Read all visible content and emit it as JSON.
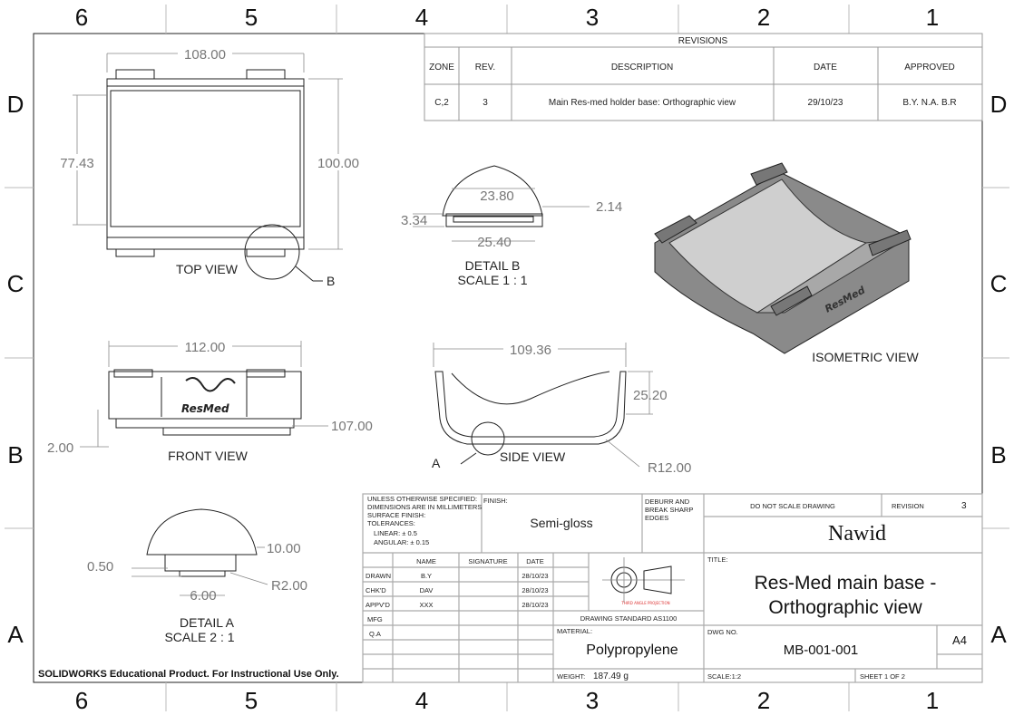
{
  "zones": {
    "columns": [
      "6",
      "5",
      "4",
      "3",
      "2",
      "1"
    ],
    "rows": [
      "D",
      "C",
      "B",
      "A"
    ]
  },
  "revisions": {
    "title": "REVISIONS",
    "headers": [
      "ZONE",
      "REV.",
      "DESCRIPTION",
      "DATE",
      "APPROVED"
    ],
    "rows": [
      [
        "C,2",
        "3",
        "Main Res-med holder base: Orthographic view",
        "29/10/23",
        "B.Y. N.A. B.R"
      ]
    ]
  },
  "views": {
    "top": {
      "label": "TOP VIEW",
      "dims": [
        "108.00",
        "77.43",
        "100.00"
      ],
      "callout": "B"
    },
    "detail_b": {
      "label": "DETAIL B",
      "scale": "SCALE 1 : 1",
      "dims": [
        "23.80",
        "3.34",
        "2.14",
        "25.40"
      ]
    },
    "isometric": {
      "label": "ISOMETRIC VIEW",
      "logo": "ResMed"
    },
    "front": {
      "label": "FRONT VIEW",
      "dims": [
        "112.00",
        "107.00",
        "2.00"
      ],
      "logo": "ResMed"
    },
    "side": {
      "label": "SIDE VIEW",
      "dims": [
        "109.36",
        "25.20",
        "R12.00"
      ],
      "callout": "A"
    },
    "detail_a": {
      "label": "DETAIL A",
      "scale": "SCALE 2 : 1",
      "dims": [
        "10.00",
        "0.50",
        "R2.00",
        "6.00"
      ]
    }
  },
  "title_block": {
    "notes": [
      "UNLESS OTHERWISE SPECIFIED:",
      "DIMENSIONS ARE IN MILLIMETERS",
      "SURFACE FINISH:",
      "TOLERANCES:"
    ],
    "linear": "LINEAR: ±  0.5",
    "angular": "ANGULAR: ±  0.15",
    "finish_label": "FINISH:",
    "finish": "Semi-gloss",
    "deburr": [
      "DEBURR AND",
      "BREAK SHARP",
      "EDGES"
    ],
    "do_not_scale": "DO NOT SCALE DRAWING",
    "revision_label": "REVISION",
    "revision": "3",
    "company": "Nawid",
    "grid_headers": [
      "NAME",
      "SIGNATURE",
      "DATE"
    ],
    "grid_rows": [
      {
        "role": "DRAWN",
        "name": "B.Y",
        "date": "28/10/23"
      },
      {
        "role": "CHK'D",
        "name": "DAV",
        "date": "28/10/23"
      },
      {
        "role": "APPV'D",
        "name": "XXX",
        "date": "28/10/23"
      },
      {
        "role": "MFG",
        "name": "",
        "date": ""
      },
      {
        "role": "Q.A",
        "name": "",
        "date": ""
      }
    ],
    "projection": "THIRD ANGLE PROJECTION",
    "standard": "DRAWING STANDARD AS1100",
    "material_label": "MATERIAL:",
    "material": "Polypropylene",
    "weight_label": "WEIGHT:",
    "weight": "187.49 g",
    "title_label": "TITLE:",
    "title_line1": "Res-Med main base -",
    "title_line2": "Orthographic view",
    "dwg_label": "DWG NO.",
    "dwg_no": "MB-001-001",
    "size": "A4",
    "scale": "SCALE:1:2",
    "sheet": "SHEET 1 OF 2"
  },
  "footer": "SOLIDWORKS Educational Product. For Instructional Use Only."
}
